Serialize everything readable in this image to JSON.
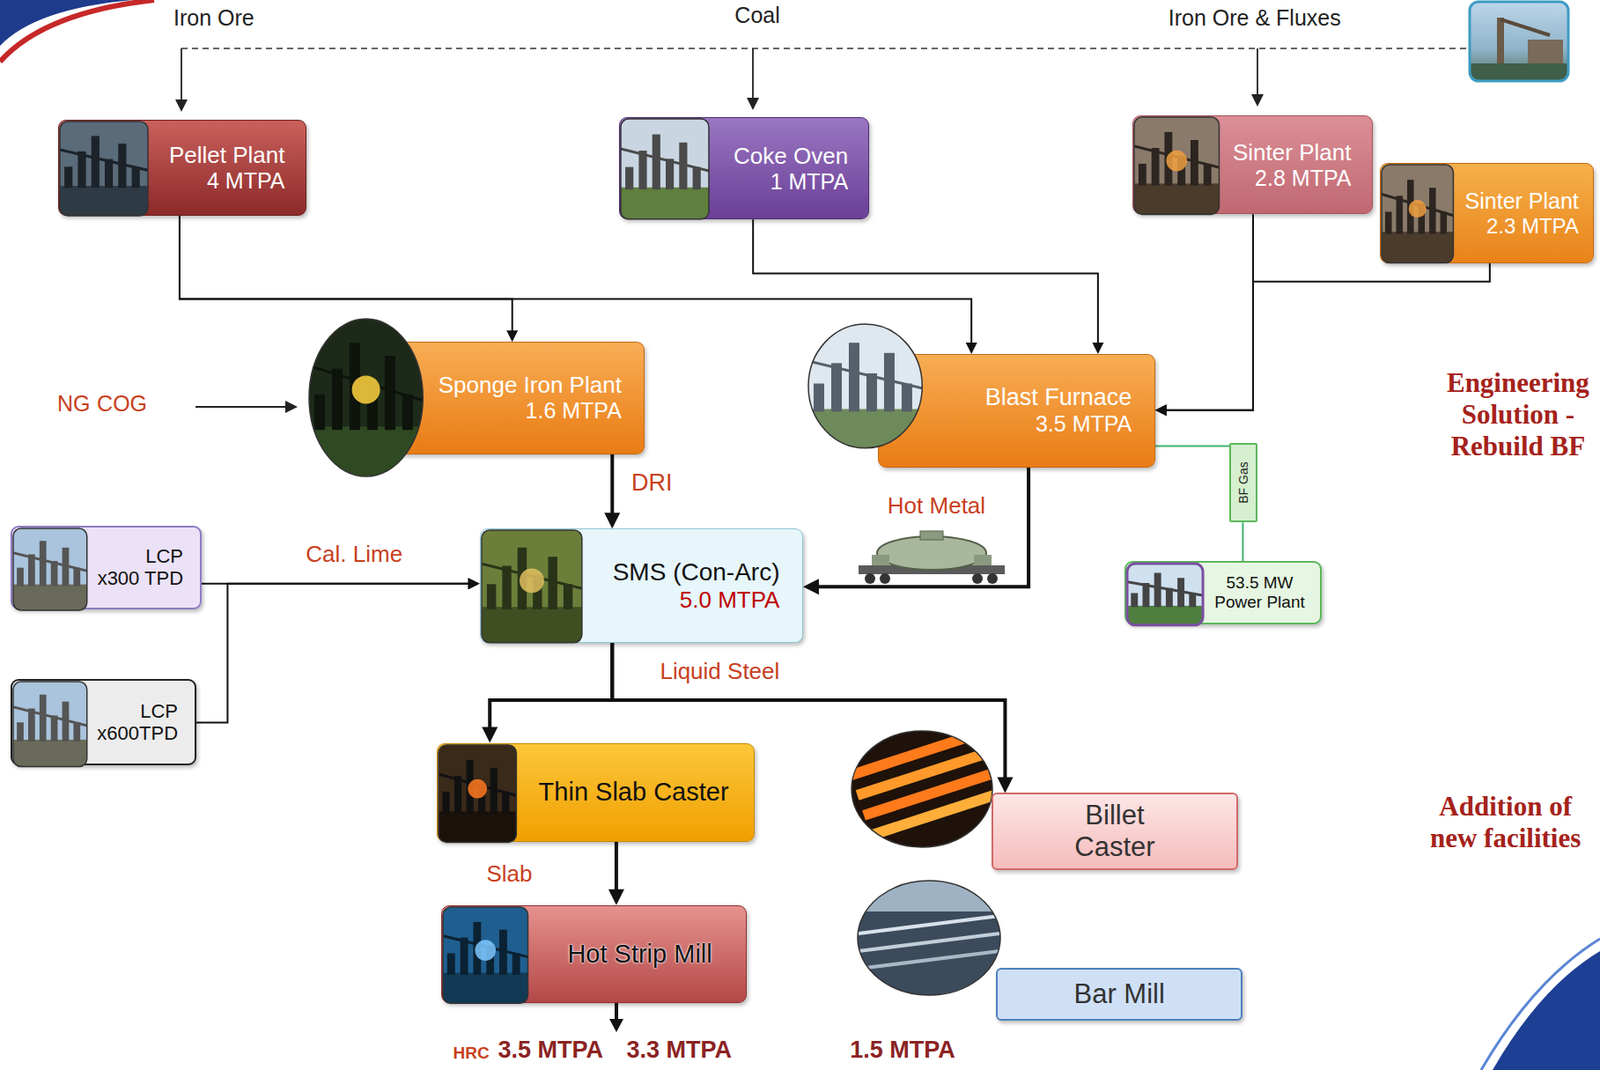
{
  "diagram": {
    "nodes": [
      {
        "text": [
          "Pellet Plant",
          "4 MTPA"
        ]
      },
      {
        "text": [
          "Coke Oven",
          "1 MTPA"
        ]
      },
      {
        "text": [
          "Sinter Plant",
          "2.8 MTPA"
        ]
      },
      {
        "text": [
          "Sinter Plant",
          "2.3 MTPA"
        ]
      },
      {
        "text": [
          "Sponge Iron Plant",
          "1.6 MTPA"
        ]
      },
      {
        "text": [
          "Blast Furnace",
          "3.5 MTPA"
        ]
      },
      {
        "text": [
          "BF Gas"
        ]
      },
      {
        "text": [
          "LCP",
          "x300 TPD"
        ]
      },
      {
        "text": [
          "SMS (Con-Arc)",
          "5.0 MTPA"
        ]
      },
      {
        "text": [
          "53.5 MW",
          "Power Plant"
        ]
      },
      {
        "text": [
          "LCP",
          "x600TPD"
        ]
      },
      {
        "text": [
          "Thin Slab Caster"
        ]
      },
      {
        "text": [
          "Billet Caster"
        ]
      },
      {
        "text": [
          "Hot Strip Mill"
        ]
      },
      {
        "text": [
          "Bar Mill"
        ]
      }
    ],
    "edges": [
      {
        "from": 0,
        "to": 4,
        "arrow": "to"
      },
      {
        "from": 0,
        "to": 5,
        "arrow": "to"
      },
      {
        "from": 1,
        "to": 5,
        "arrow": "to"
      },
      {
        "from": 2,
        "to": 5,
        "arrow": "to"
      },
      {
        "from": 3,
        "to": 5,
        "arrow": "to"
      },
      {
        "from": 4,
        "to": 8,
        "label": "DRI",
        "arrow": "to"
      },
      {
        "from": 5,
        "to": 8,
        "label": "Hot Metal",
        "arrow": "to"
      },
      {
        "from": 7,
        "to": 8,
        "label": "Cal. Lime",
        "arrow": "to"
      },
      {
        "from": 10,
        "to": 8,
        "arrow": "to"
      },
      {
        "from": 5,
        "to": 6,
        "arrow": "none"
      },
      {
        "from": 6,
        "to": 9,
        "arrow": "none"
      },
      {
        "from": 8,
        "to": 11,
        "label": "Liquid Steel",
        "arrow": "to"
      },
      {
        "from": 8,
        "to": 12,
        "arrow": "to"
      },
      {
        "from": 11,
        "to": 13,
        "label": "Slab",
        "arrow": "to"
      }
    ],
    "labels": [
      "Iron Ore",
      "Coal",
      "Iron Ore & Fluxes",
      "NG",
      "COG",
      "Engineering Solution - Rebuild BF",
      "Addition of new facilities",
      "HRC",
      "3.5 MTPA",
      "3.3 MTPA",
      "1.5 MTPA"
    ]
  }
}
